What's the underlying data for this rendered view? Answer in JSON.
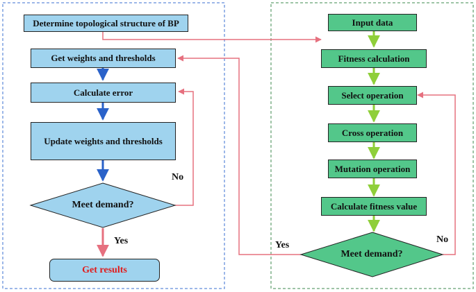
{
  "colors": {
    "bp_box": "#9fd3ee",
    "ga_box": "#53c78a",
    "bp_arrow": "#2a62c9",
    "ga_arrow": "#8fcf3a",
    "link_arrow": "#e6707f",
    "result_text": "#e11b1b",
    "bp_frame": "#3a6fd0",
    "ga_frame": "#3c8a4c"
  },
  "bp": {
    "structure": "Determine topological structure of BP",
    "weights": "Get weights and thresholds",
    "error": "Calculate error",
    "update": "Update weights and thresholds",
    "demand": "Meet demand?",
    "result": "Get results",
    "no_label": "No",
    "yes_label": "Yes"
  },
  "ga": {
    "input": "Input data",
    "fitness": "Fitness calculation",
    "select": "Select operation",
    "cross": "Cross operation",
    "mutation": "Mutation operation",
    "fitness_value": "Calculate fitness value",
    "demand": "Meet demand?",
    "no_label": "No",
    "yes_label": "Yes"
  }
}
